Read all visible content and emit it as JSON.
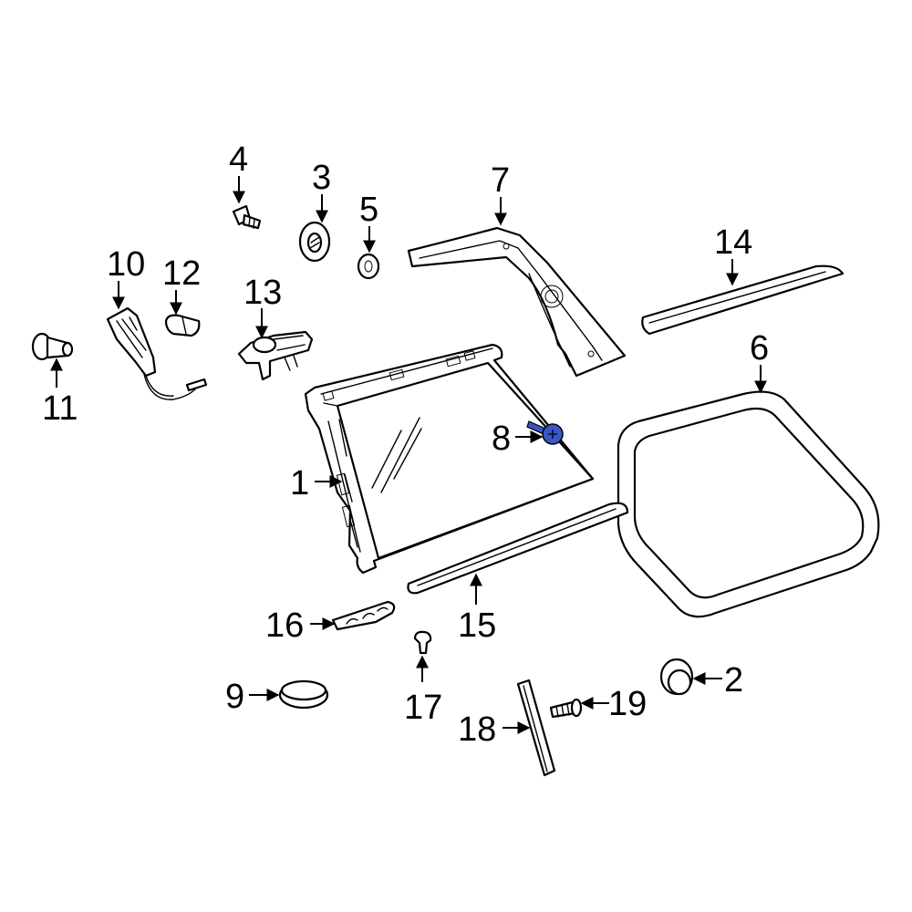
{
  "highlight_color": "#3a56c8",
  "callouts": [
    {
      "id": "1",
      "text": "1"
    },
    {
      "id": "2",
      "text": "2"
    },
    {
      "id": "3",
      "text": "3"
    },
    {
      "id": "4",
      "text": "4"
    },
    {
      "id": "5",
      "text": "5"
    },
    {
      "id": "6",
      "text": "6"
    },
    {
      "id": "7",
      "text": "7"
    },
    {
      "id": "8",
      "text": "8"
    },
    {
      "id": "9",
      "text": "9"
    },
    {
      "id": "10",
      "text": "10"
    },
    {
      "id": "11",
      "text": "11"
    },
    {
      "id": "12",
      "text": "12"
    },
    {
      "id": "13",
      "text": "13"
    },
    {
      "id": "14",
      "text": "14"
    },
    {
      "id": "15",
      "text": "15"
    },
    {
      "id": "16",
      "text": "16"
    },
    {
      "id": "17",
      "text": "17"
    },
    {
      "id": "18",
      "text": "18"
    },
    {
      "id": "19",
      "text": "19"
    }
  ],
  "highlighted_part": "8"
}
